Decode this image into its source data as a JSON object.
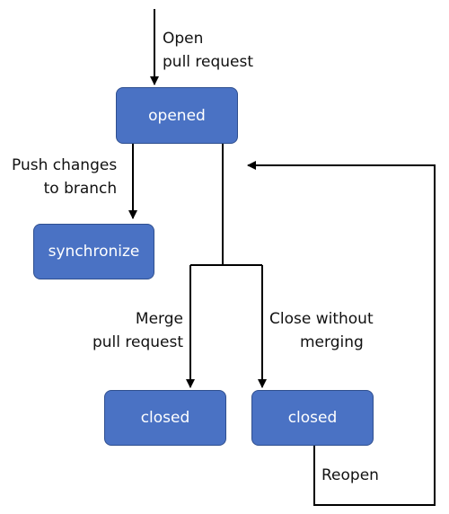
{
  "nodes": {
    "opened": "opened",
    "synchronize": "synchronize",
    "closed_merged": "closed",
    "closed_unmerged": "closed"
  },
  "edges": {
    "open_pr": [
      "Open",
      "pull request"
    ],
    "push_changes": [
      "Push changes",
      "to branch"
    ],
    "merge_pr": [
      "Merge",
      "pull request"
    ],
    "close_without_merging": [
      "Close without",
      "merging"
    ],
    "reopen": [
      "Reopen"
    ]
  },
  "colors": {
    "node_fill": "#4a72c4",
    "node_border": "#2f4f8f",
    "node_text": "#ffffff",
    "line": "#000000"
  }
}
